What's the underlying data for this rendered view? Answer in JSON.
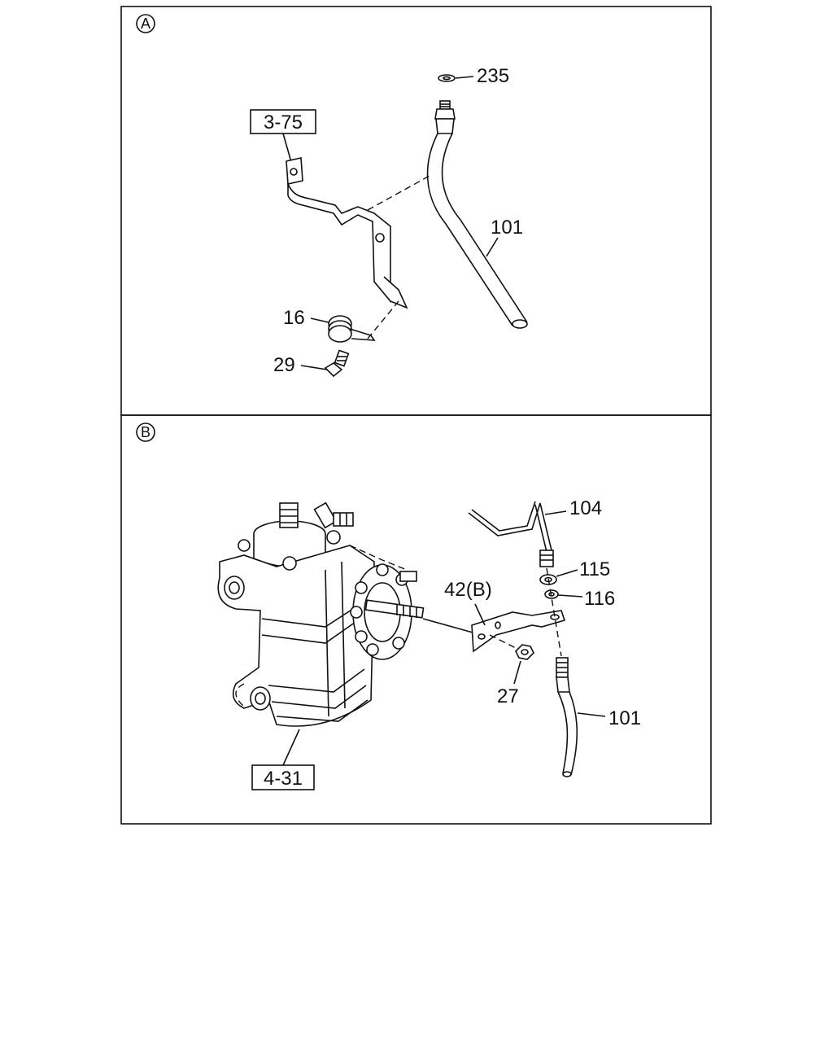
{
  "panels": [
    {
      "marker": "A",
      "labels": {
        "ref_3_75": "3-75",
        "p235": "235",
        "p101": "101",
        "p16": "16",
        "p29": "29"
      }
    },
    {
      "marker": "B",
      "labels": {
        "p104": "104",
        "p115": "115",
        "p116": "116",
        "p42b": "42(B)",
        "p27": "27",
        "p101": "101",
        "ref_4_31": "4-31"
      }
    }
  ]
}
